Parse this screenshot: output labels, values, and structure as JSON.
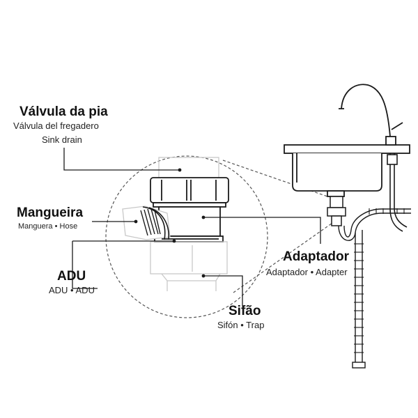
{
  "labels": {
    "valvula": {
      "title": "Válvula da pia",
      "line1": "Válvula del fregadero",
      "line2": "Sink drain"
    },
    "mangueira": {
      "title": "Mangueira",
      "sub_a": "Manguera",
      "sep": "•",
      "sub_b": "Hose"
    },
    "adu": {
      "title": "ADU",
      "sub": "ADU • ADU"
    },
    "adaptador": {
      "title": "Adaptador",
      "sub": "Adaptador • Adapter"
    },
    "sifao": {
      "title": "Sifão",
      "sub": "Sifón • Trap"
    }
  },
  "colors": {
    "line": "#1a1a1a",
    "light_line": "#bdbdbd",
    "dashed": "#555555"
  }
}
